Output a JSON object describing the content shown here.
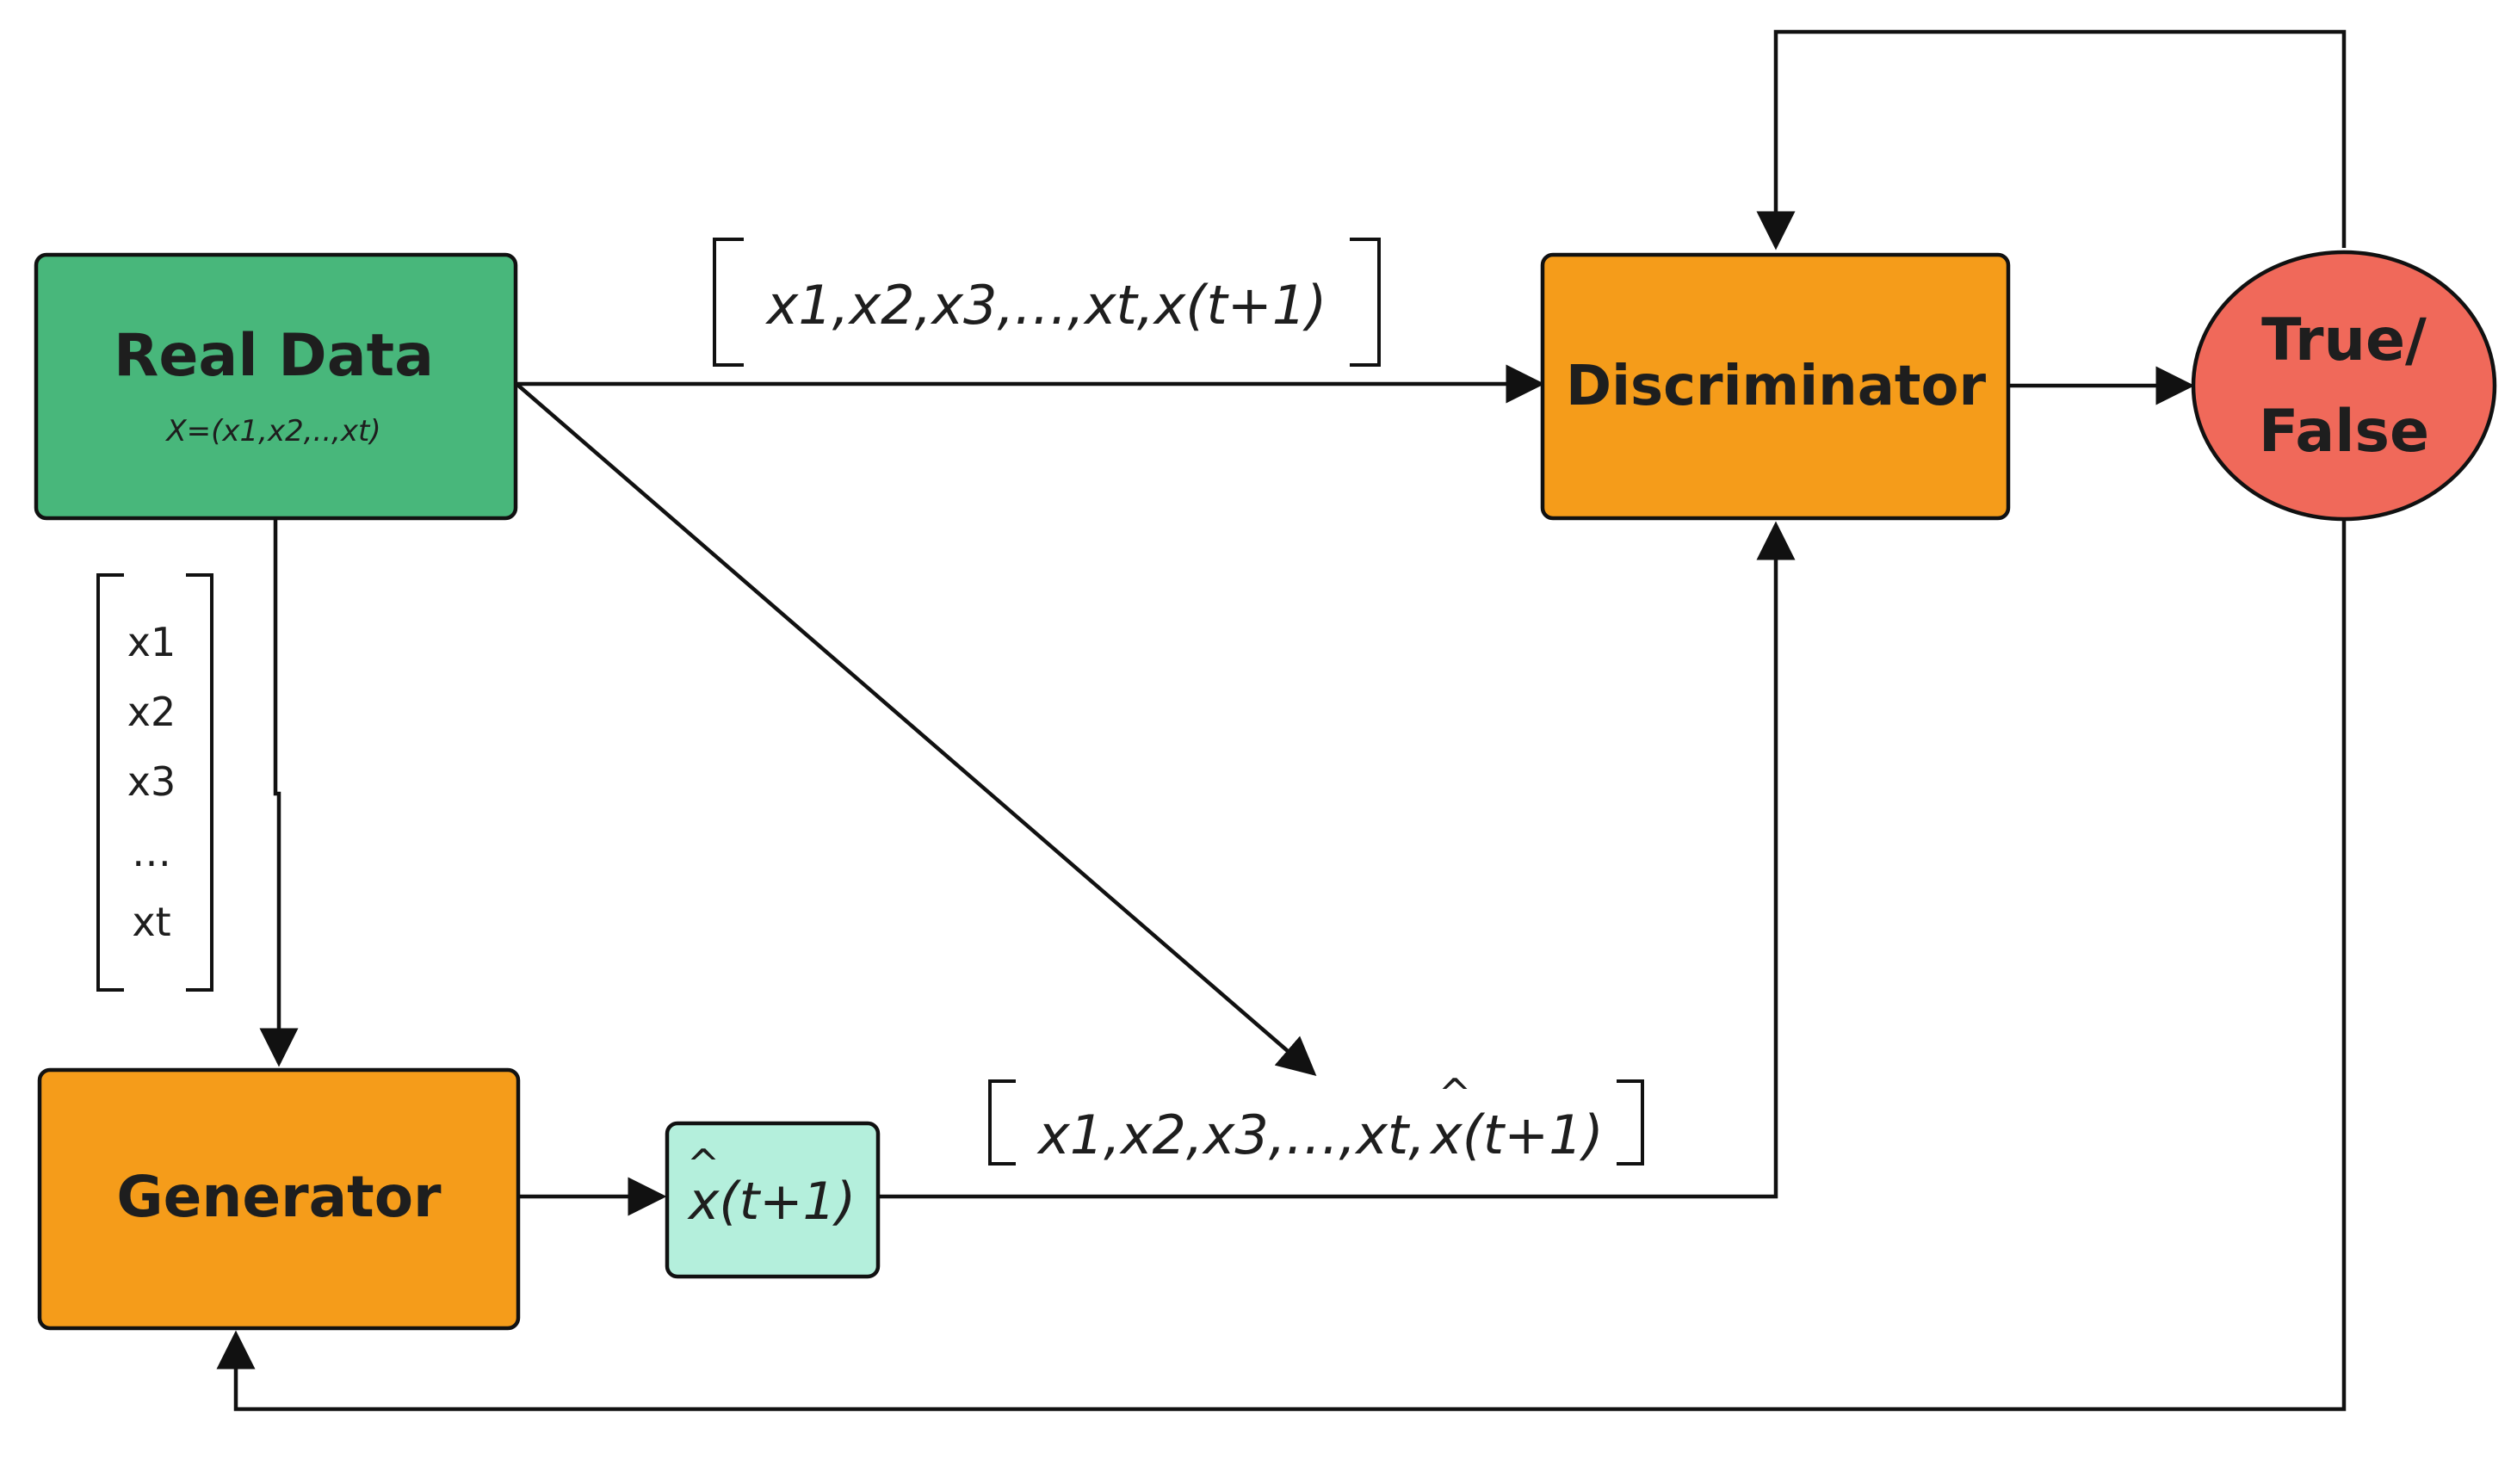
{
  "colors": {
    "real_data_fill": "#48b77b",
    "discriminator_fill": "#f59c1a",
    "generator_fill": "#f59c1a",
    "generated_fill": "#b4efdc",
    "output_fill": "#f0695a",
    "stroke": "#111111",
    "text": "#1e1e1e"
  },
  "nodes": {
    "real_data": {
      "title": "Real Data",
      "subtitle": "X=(x1,x2,..,xt)"
    },
    "discriminator": {
      "title": "Discriminator"
    },
    "generator": {
      "title": "Generator"
    },
    "generated_value": {
      "hat": "^",
      "label": "x(t+1)"
    },
    "output": {
      "line1": "True/",
      "line2": "False"
    }
  },
  "edge_labels": {
    "real_sequence": "x1,x2,x3,…,xt,x(t+1)",
    "fake_sequence_prefix": "x1,x2,x3,…,xt,",
    "fake_sequence_hat": "^",
    "fake_sequence_tail": "x(t+1)",
    "input_vector": [
      "x1",
      "x2",
      "x3",
      "…",
      "xt"
    ]
  }
}
